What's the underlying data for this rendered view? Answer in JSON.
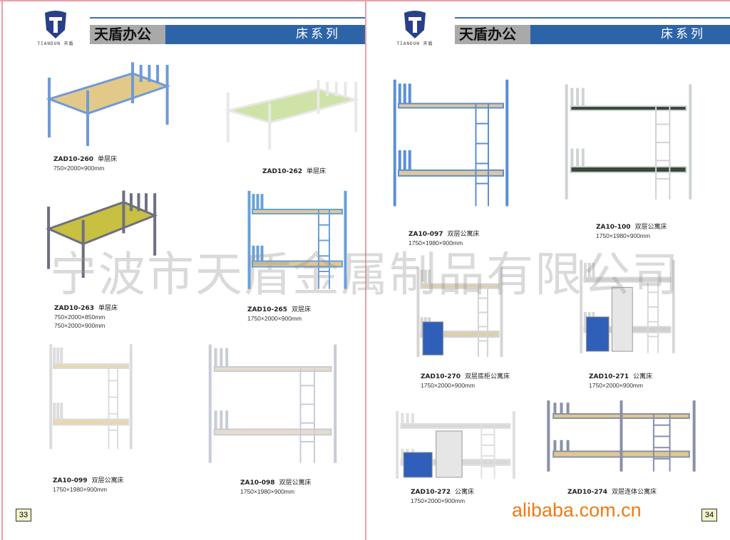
{
  "header": {
    "logo_text": "TIANDUN 天盾",
    "brand": "天盾办公",
    "series": "床系列"
  },
  "watermark": "宁波市天盾金属制品有限公司",
  "site": "alibaba.com.cn",
  "pages": {
    "left": "33",
    "right": "34"
  },
  "colors": {
    "blue": "#2d64a8",
    "gray": "#a9a9a9",
    "accent": "#f07a12"
  },
  "products": [
    {
      "model": "ZAD10-260",
      "name": "单层床",
      "dims": [
        "750×2000×900mm"
      ],
      "style": "single",
      "color": "#6f9ad8",
      "wood": "#e2c98a"
    },
    {
      "model": "ZAD10-262",
      "name": "单层床",
      "dims": [],
      "style": "single",
      "color": "#e8e8e8",
      "wood": "#cfe3a8"
    },
    {
      "model": "ZAD10-263",
      "name": "单层床",
      "dims": [
        "750×2000×850mm",
        "750×2000×900mm"
      ],
      "style": "single",
      "color": "#6e6f80",
      "wood": "#c8c040"
    },
    {
      "model": "ZAD10-265",
      "name": "双层床",
      "dims": [
        "1750×2000×900mm"
      ],
      "style": "bunk",
      "color": "#6aa0d8",
      "wood": "#e2c890"
    },
    {
      "model": "ZA10-099",
      "name": "双层公寓床",
      "dims": [
        "1750×1980×900mm"
      ],
      "style": "bunk",
      "color": "#dcdcdc",
      "wood": "#e7d8b0"
    },
    {
      "model": "ZA10-098",
      "name": "双层公寓床",
      "dims": [
        "1750×1980×900mm"
      ],
      "style": "bunk",
      "color": "#c8ccd6",
      "wood": "#e6dccc"
    },
    {
      "model": "ZA10-097",
      "name": "双层公寓床",
      "dims": [
        "1750×1980×900mm"
      ],
      "style": "bunk",
      "color": "#5a8fd6",
      "wood": "#e0c79a"
    },
    {
      "model": "ZA10-100",
      "name": "双层公寓床",
      "dims": [
        "1750×1980×900mm"
      ],
      "style": "bunk",
      "color": "#cfd3d6",
      "wood": "#3a4a3a"
    },
    {
      "model": "ZAD10-270",
      "name": "双层底柜公寓床",
      "dims": [
        "1750×2000×900mm"
      ],
      "style": "cabinet",
      "color": "#d4d4d4",
      "wood": "#dccfae"
    },
    {
      "model": "ZAD10-271",
      "name": "公寓床",
      "dims": [
        "1750×2000×900mm"
      ],
      "style": "loft",
      "color": "#d8d8d8",
      "wood": "#cfcfcf"
    },
    {
      "model": "ZAD10-272",
      "name": "公寓床",
      "dims": [
        "1750×2000×900mm"
      ],
      "style": "loft",
      "color": "#e0e0e0",
      "wood": "#d8d8d8"
    },
    {
      "model": "ZAD10-274",
      "name": "双层连体公寓床",
      "dims": [],
      "style": "twin",
      "color": "#8a90a8",
      "wood": "#e0c890"
    }
  ]
}
